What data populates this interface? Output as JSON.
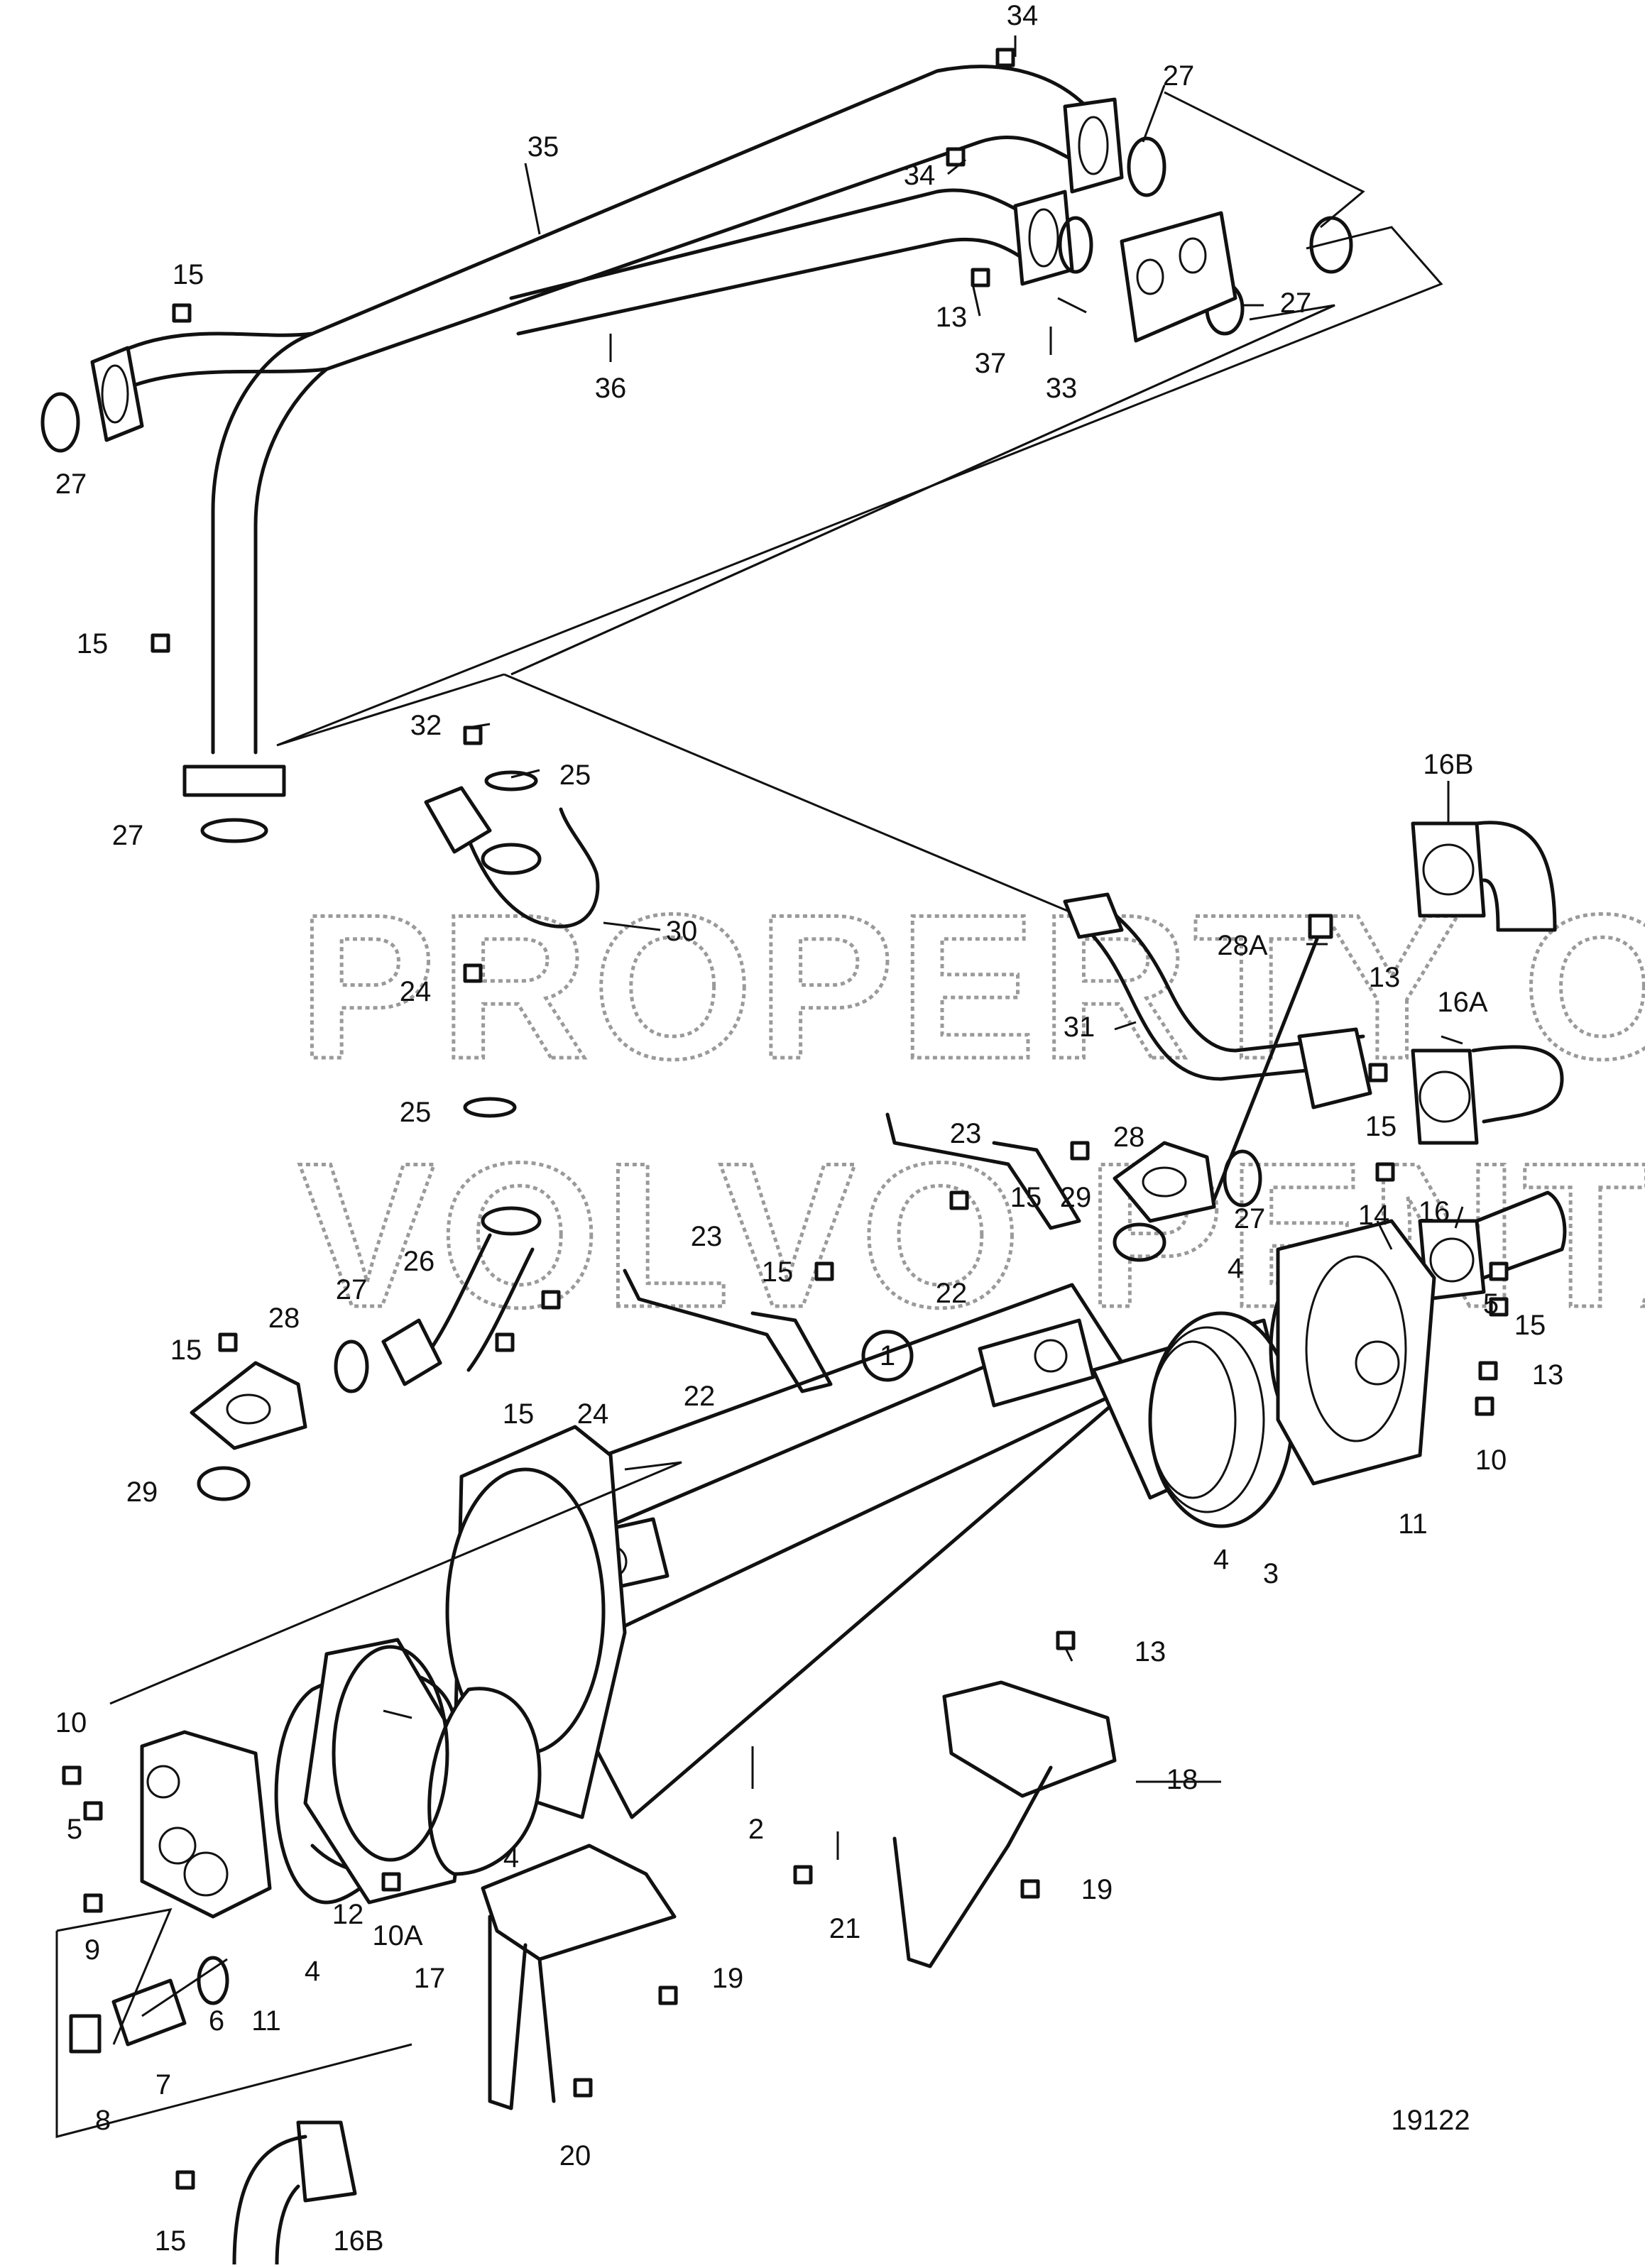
{
  "watermark": [
    "PROPERTY OF",
    "VOLVO PENTA"
  ],
  "drawing_number": "19122",
  "callouts": [
    "1",
    "2",
    "3",
    "4",
    "5",
    "6",
    "7",
    "8",
    "9",
    "10",
    "10A",
    "11",
    "12",
    "13",
    "14",
    "15",
    "16",
    "16A",
    "16B",
    "17",
    "18",
    "19",
    "20",
    "21",
    "22",
    "23",
    "24",
    "25",
    "26",
    "27",
    "28",
    "28A",
    "29",
    "30",
    "31",
    "32",
    "33",
    "34",
    "35",
    "36",
    "37"
  ]
}
